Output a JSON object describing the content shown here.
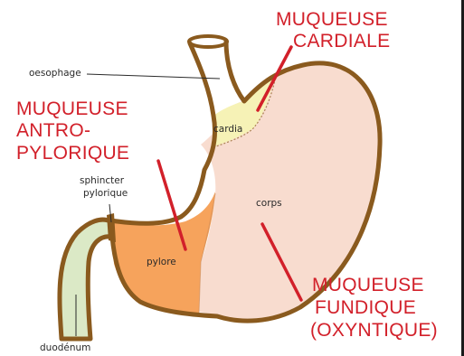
{
  "labels": {
    "oesophage": "oesophage",
    "cardia": "cardia",
    "sphincter_line1": "sphincter",
    "sphincter_line2": "pylorique",
    "corps": "corps",
    "pylore": "pylore",
    "duodenum": "duodénum"
  },
  "red_labels": {
    "cardiale_line1": "MUQUEUSE",
    "cardiale_line2": "CARDIALE",
    "antro_line1": "MUQUEUSE",
    "antro_line2": "ANTRO-",
    "antro_line3": "PYLORIQUE",
    "fundique_line1": "MUQUEUSE",
    "fundique_line2": "FUNDIQUE",
    "fundique_line3": "(OXYNTIQUE)"
  },
  "colors": {
    "outline": "#8a5a1e",
    "body_fill": "#f8dccf",
    "antrum_fill": "#f6a35c",
    "cardia_fill": "#f6f2b6",
    "duodenum_fill": "#dbe9c6",
    "label_red": "#d2202a"
  }
}
